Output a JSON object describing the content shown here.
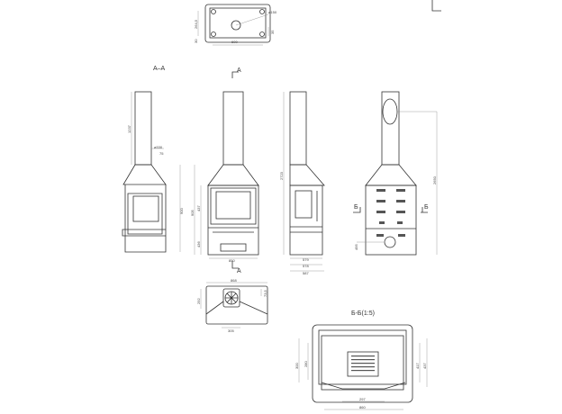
{
  "title_block_corner": "",
  "top_view": {
    "diameter": "⌀150",
    "width": "600",
    "depth": "264,5",
    "offset": "35",
    "offset2": "30"
  },
  "section_aa": {
    "label": "A–A",
    "chimney_height": "1237",
    "flue": "⌀330",
    "offset": "75",
    "body_height": "900"
  },
  "front_view": {
    "marker_top": "A",
    "marker_bottom": "A",
    "width": "850",
    "door_height": "437",
    "base_height": "436",
    "total": "905"
  },
  "side_view": {
    "total_height": "2723",
    "d1": "579",
    "d2": "578",
    "d3": "587"
  },
  "rear_view": {
    "height": "2650",
    "pipe": "495",
    "marker_left": "Б",
    "marker_right": "Б"
  },
  "bottom_view": {
    "width": "868",
    "depth": "292",
    "offset": "305",
    "small": "73,5"
  },
  "section_bb": {
    "label": "Б-Б(1:5)",
    "h1": "300",
    "h2": "280",
    "h3": "417",
    "h4": "437",
    "w1": "297",
    "w2": "860"
  }
}
